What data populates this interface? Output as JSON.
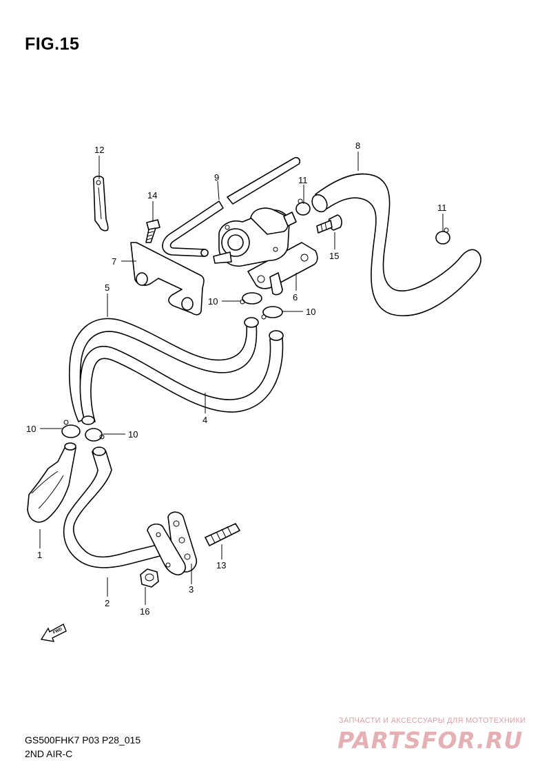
{
  "figure": {
    "title": "FIG.15"
  },
  "footer": {
    "model_code": "GS500FHK7 P03 P28_015",
    "section_title": "2ND AIR-C"
  },
  "watermark": {
    "tagline": "ЗАПЧАСТИ И АКСЕССУАРЫ ДЛЯ МОТОТЕХНИКИ",
    "logo_text": "PARTSFOR.RU"
  },
  "colors": {
    "line": "#000000",
    "background": "#ffffff",
    "watermark": "#e3a7ab"
  },
  "callouts": {
    "c1": "1",
    "c2": "2",
    "c3": "3",
    "c4": "4",
    "c5": "5",
    "c6": "6",
    "c7": "7",
    "c8": "8",
    "c9": "9",
    "c10a": "10",
    "c10b": "10",
    "c10c": "10",
    "c10d": "10",
    "c11a": "11",
    "c11b": "11",
    "c12": "12",
    "c13": "13",
    "c14": "14",
    "c15": "15",
    "c16": "16"
  },
  "icons": {
    "direction_badge": "fwd-arrow-icon",
    "direction_text": "FWD"
  }
}
